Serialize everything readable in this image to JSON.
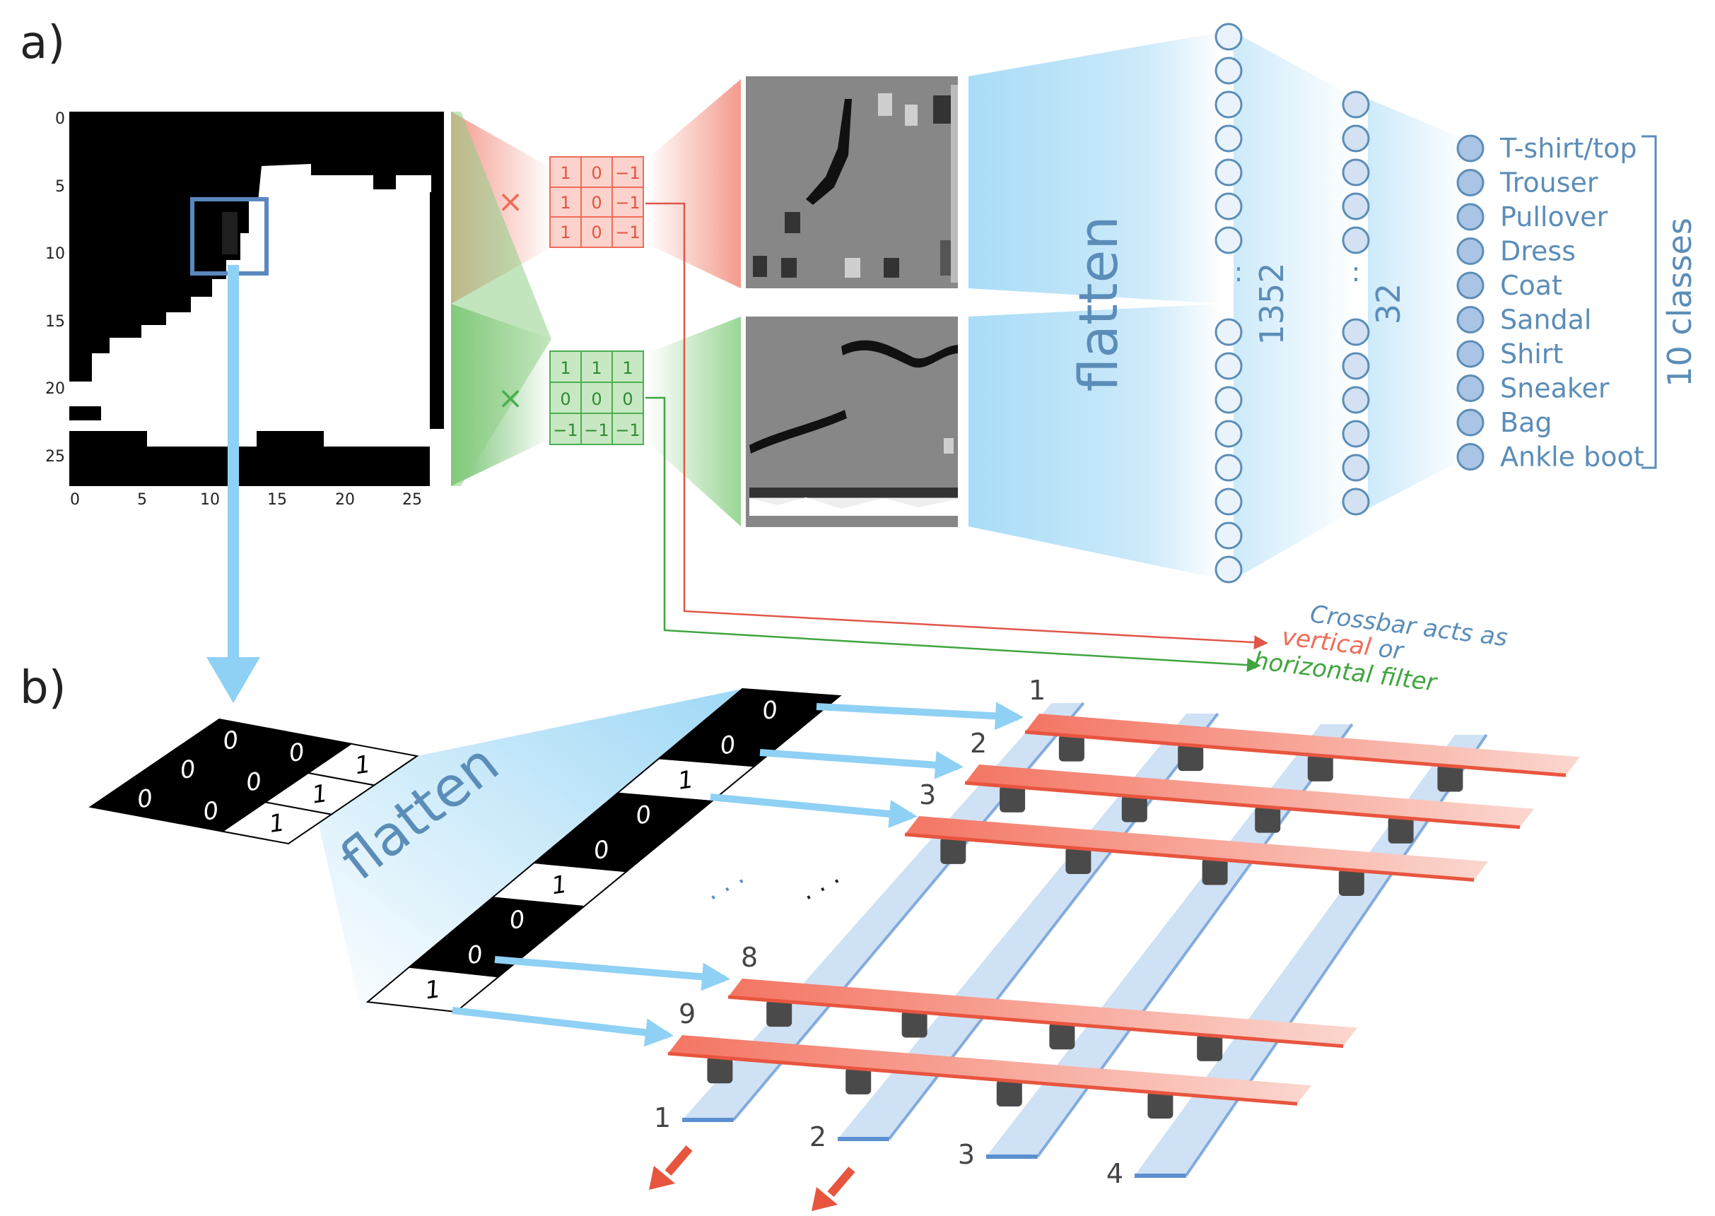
{
  "panel_a": {
    "label": "a)",
    "image_axis": {
      "y_ticks": [
        "0",
        "5",
        "10",
        "15",
        "20",
        "25"
      ],
      "x_ticks": [
        "0",
        "5",
        "10",
        "15",
        "20",
        "25"
      ]
    },
    "vertical_kernel": [
      [
        "1",
        "0",
        "−1"
      ],
      [
        "1",
        "0",
        "−1"
      ],
      [
        "1",
        "0",
        "−1"
      ]
    ],
    "horizontal_kernel": [
      [
        "1",
        "1",
        "1"
      ],
      [
        "0",
        "0",
        "0"
      ],
      [
        "−1",
        "−1",
        "−1"
      ]
    ],
    "multiply_symbol": "×",
    "flatten_label": "flatten",
    "layer1_label": "1352",
    "layer2_label": "32",
    "ellipsis": ":",
    "classes": [
      "T-shirt/top",
      "Trouser",
      "Pullover",
      "Dress",
      "Coat",
      "Sandal",
      "Shirt",
      "Sneaker",
      "Bag",
      "Ankle boot"
    ],
    "classes_label": "10 classes",
    "note": {
      "line1": "Crossbar acts as",
      "vertical": "vertical",
      "or": " or",
      "horizontal": "horizontal filter"
    },
    "colors": {
      "red": "#f08070",
      "green": "#7dc37d",
      "blue": "#8fd0f5",
      "node": "#a9c4e4",
      "text_blue": "#5b8db8"
    }
  },
  "panel_b": {
    "label": "b)",
    "patch": [
      [
        "0",
        "0",
        "1"
      ],
      [
        "0",
        "0",
        "1"
      ],
      [
        "0",
        "0",
        "1"
      ]
    ],
    "flatten_label": "flatten",
    "vector": [
      "0",
      "0",
      "1",
      "0",
      "0",
      "1",
      "0",
      "0",
      "1"
    ],
    "row_numbers": [
      "1",
      "2",
      "3",
      "8",
      "9"
    ],
    "column_numbers": [
      "1",
      "2",
      "3",
      "4"
    ],
    "dots": "· · ·",
    "colors": {
      "red_bar": "#f07e6e",
      "blue_bar": "#a9c9ea",
      "pillar": "#4a4a4a"
    }
  }
}
